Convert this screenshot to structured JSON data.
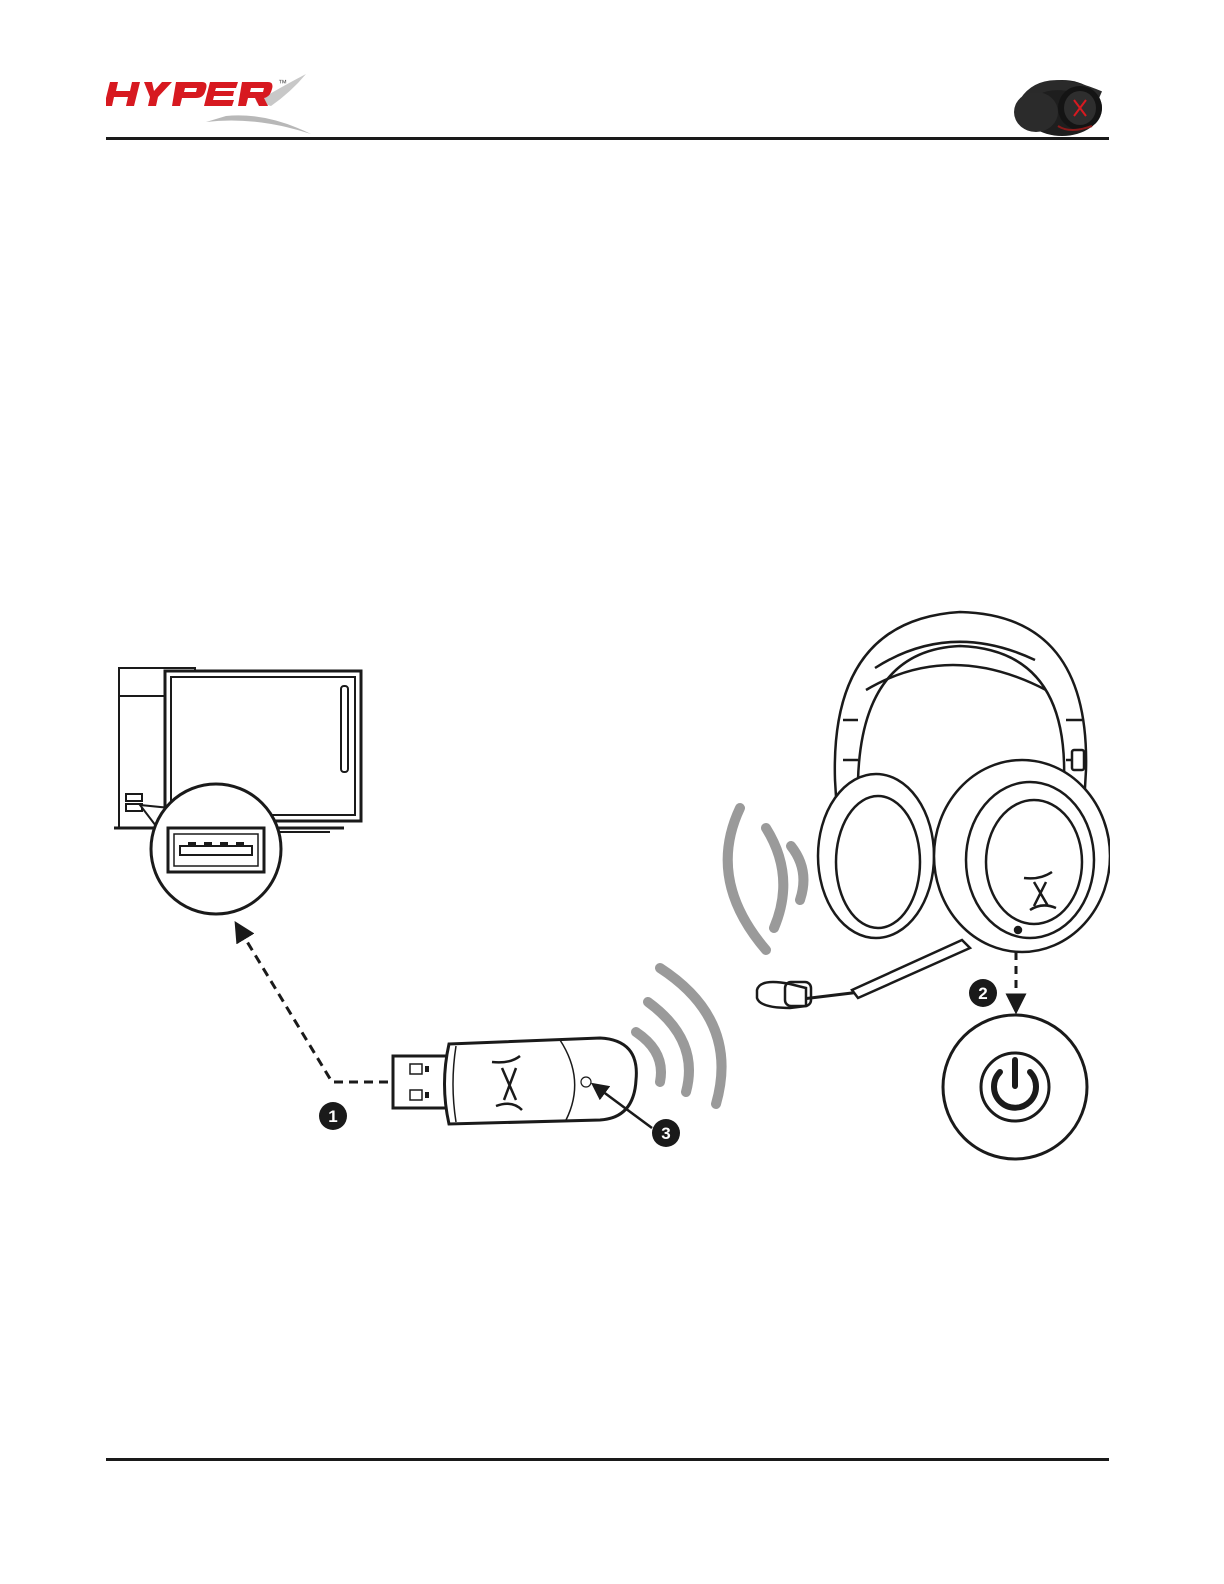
{
  "brand": {
    "name": "HyperX",
    "logo_text": "HYPERX",
    "trademark": "™",
    "accent": "#d71920"
  },
  "illustration": {
    "steps": [
      {
        "number": "1"
      },
      {
        "number": "2"
      },
      {
        "number": "3"
      }
    ],
    "icons": [
      "computer-icon",
      "usb-port-icon",
      "usb-dongle-icon",
      "headset-icon",
      "power-button-icon",
      "wireless-signal-icon"
    ]
  },
  "colors": {
    "rule": "#1a1a1a",
    "line": "#1a1a1a",
    "signal": "#9a9a9a"
  }
}
